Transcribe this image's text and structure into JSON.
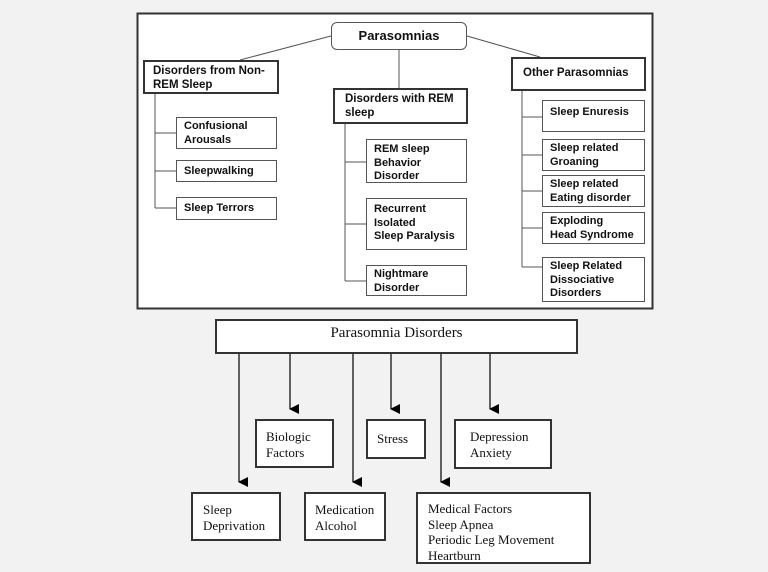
{
  "top_chart": {
    "root": "Parasomnias",
    "branches": [
      {
        "title": "Disorders from Non-\nREM Sleep",
        "items": [
          "Confusional\nArousals",
          "Sleepwalking",
          "Sleep Terrors"
        ]
      },
      {
        "title": "Disorders with REM\nsleep",
        "items": [
          "REM sleep\nBehavior Disorder",
          "Recurrent\nIsolated\nSleep Paralysis",
          "Nightmare\nDisorder"
        ]
      },
      {
        "title": "Other Parasomnias",
        "items": [
          "Sleep Enuresis",
          "Sleep related\nGroaning",
          "Sleep related\nEating disorder",
          "Exploding\nHead Syndrome",
          "Sleep Related\nDissociative\nDisorders"
        ]
      }
    ]
  },
  "bottom_chart": {
    "root": "Parasomnia Disorders",
    "factors": [
      "Sleep\nDeprivation",
      "Biologic\nFactors",
      "Medication\nAlcohol",
      "Stress",
      "Medical Factors\nSleep Apnea\nPeriodic Leg Movement\nHeartburn",
      "Depression\nAnxiety"
    ]
  }
}
